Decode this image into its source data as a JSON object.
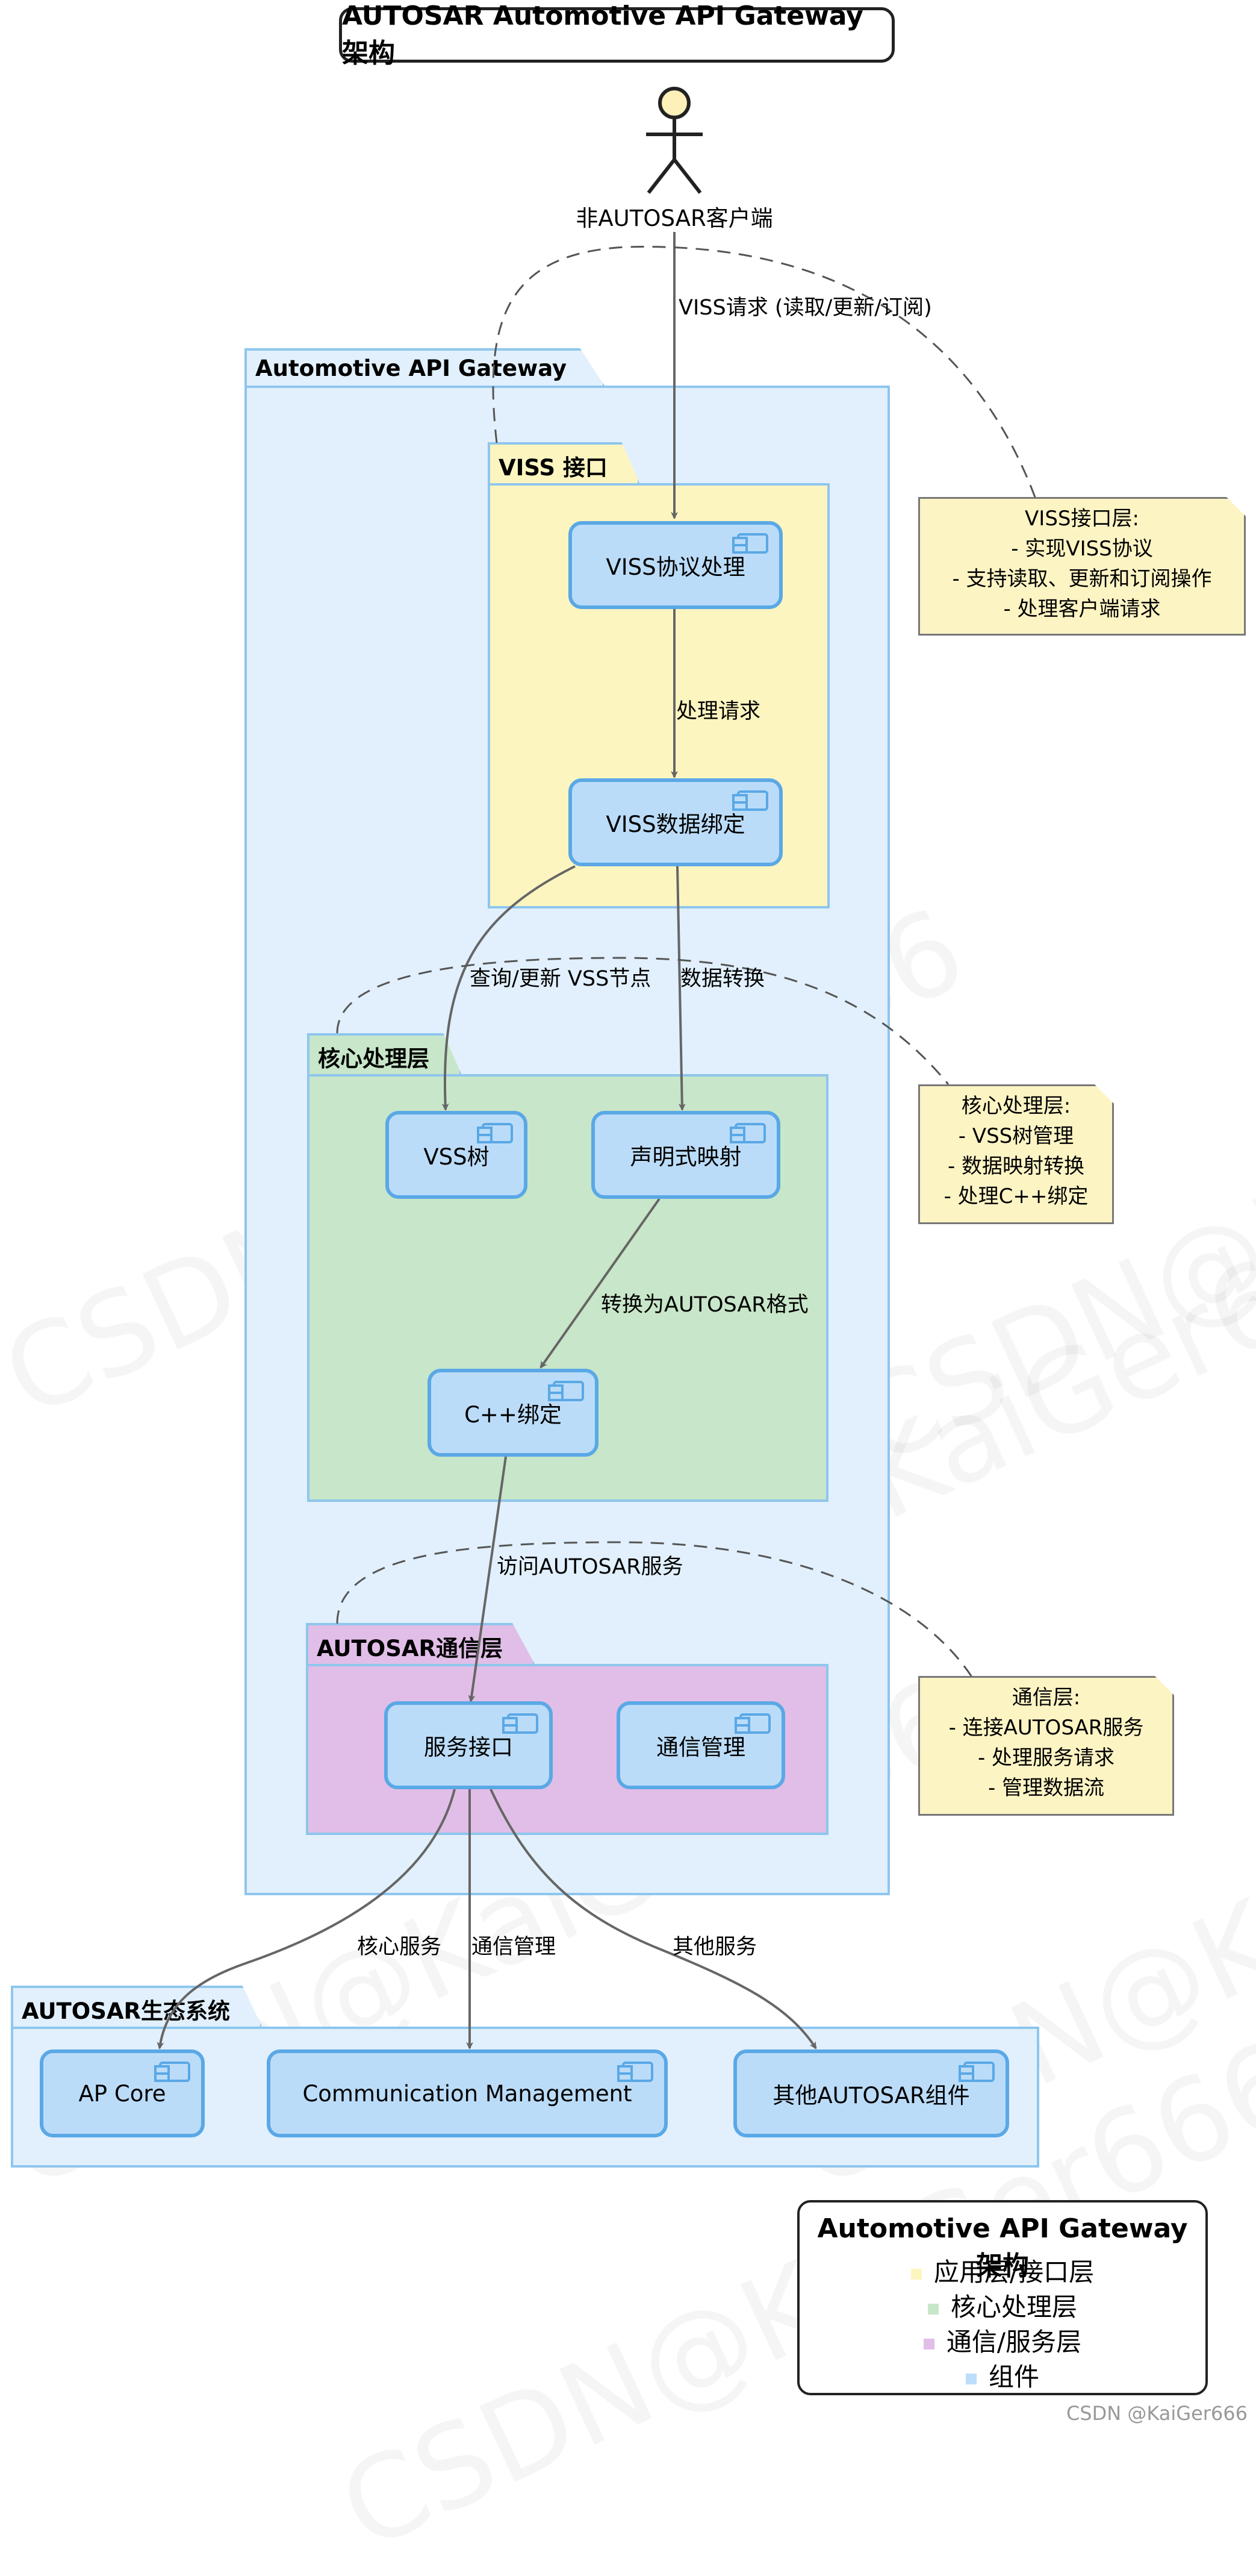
{
  "title": "AUTOSAR Automotive API Gateway 架构",
  "actor": {
    "label": "非AUTOSAR客户端"
  },
  "packages": {
    "gateway": "Automotive API Gateway",
    "viss": "VISS 接口",
    "core": "核心处理层",
    "comm": "AUTOSAR通信层",
    "ecosystem": "AUTOSAR生态系统"
  },
  "components": {
    "viss_protocol": "VISS协议处理",
    "viss_binding": "VISS数据绑定",
    "vss_tree": "VSS树",
    "decl_mapping": "声明式映射",
    "cpp_binding": "C++绑定",
    "service_iface": "服务接口",
    "comm_mgmt": "通信管理",
    "ap_core": "AP Core",
    "communication_management": "Communication Management",
    "other_autosar": "其他AUTOSAR组件"
  },
  "edges": {
    "viss_request": "VISS请求 (读取/更新/订阅)",
    "process_request": "处理请求",
    "query_update": "查询/更新 VSS节点",
    "data_convert": "数据转换",
    "to_autosar": "转换为AUTOSAR格式",
    "access_autosar": "访问AUTOSAR服务",
    "core_service": "核心服务",
    "comm_management": "通信管理",
    "other_service": "其他服务"
  },
  "notes": {
    "viss": [
      "VISS接口层:",
      "- 实现VISS协议",
      "- 支持读取、更新和订阅操作",
      "- 处理客户端请求"
    ],
    "core": [
      "核心处理层:",
      "- VSS树管理",
      "- 数据映射转换",
      "- 处理C++绑定"
    ],
    "comm": [
      "通信层:",
      "- 连接AUTOSAR服务",
      "- 处理服务请求",
      "- 管理数据流"
    ]
  },
  "legend": {
    "title": "Automotive API Gateway 架构",
    "items": [
      {
        "label": "应用层/接口层",
        "color": "#fdf5c0"
      },
      {
        "label": "核心处理层",
        "color": "#c8e6c9"
      },
      {
        "label": "通信/服务层",
        "color": "#e1bee7"
      },
      {
        "label": "组件",
        "color": "#bbdefb"
      }
    ]
  },
  "colors": {
    "gateway_bg": "#e1f0fc",
    "viss_bg": "#fdf5c0",
    "core_bg": "#c8e6c9",
    "comm_bg": "#e1bee7",
    "component_bg": "#bbdcf8",
    "border_blue": "#8ec6ee",
    "note_bg": "#fdf4c4"
  },
  "watermark": "CSDN@KaiGer666",
  "credit": "CSDN @KaiGer666"
}
